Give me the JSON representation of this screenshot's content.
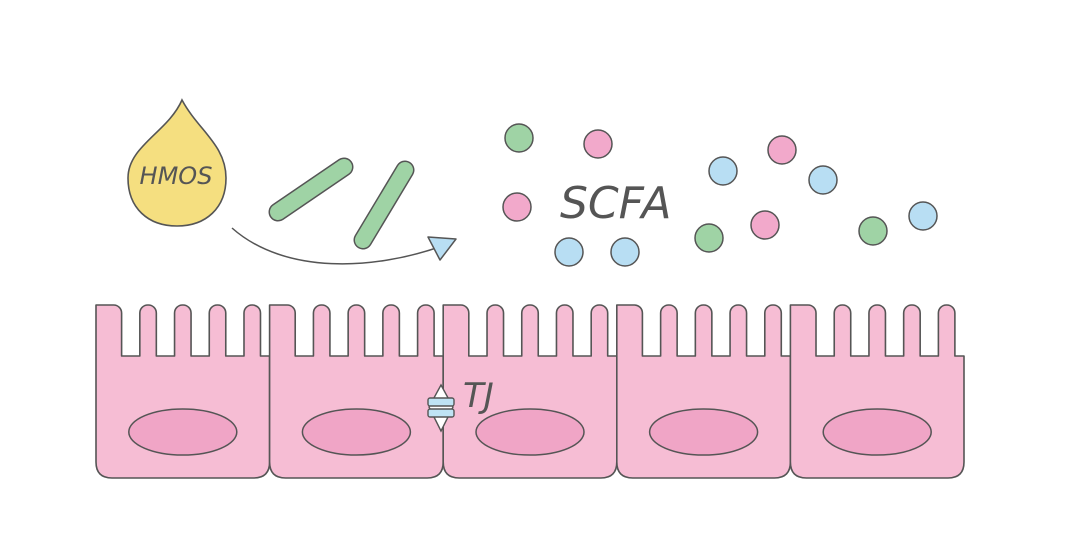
{
  "labels": {
    "hmos": "HMOS",
    "scfa": "SCFA",
    "tight_junction": "TJ"
  },
  "colors": {
    "drop_fill": "#f5df80",
    "bacteria_fill": "#9fd3a5",
    "cell_fill": "#f6bdd4",
    "nucleus_fill": "#f0a5c6",
    "outline": "#555555",
    "scfa_green": "#9fd3a5",
    "scfa_pink": "#f2a9cb",
    "scfa_blue": "#b8def3",
    "junction_blue": "#bfe3f4"
  },
  "cells": {
    "count": 5,
    "villi_per_cell": 5
  }
}
